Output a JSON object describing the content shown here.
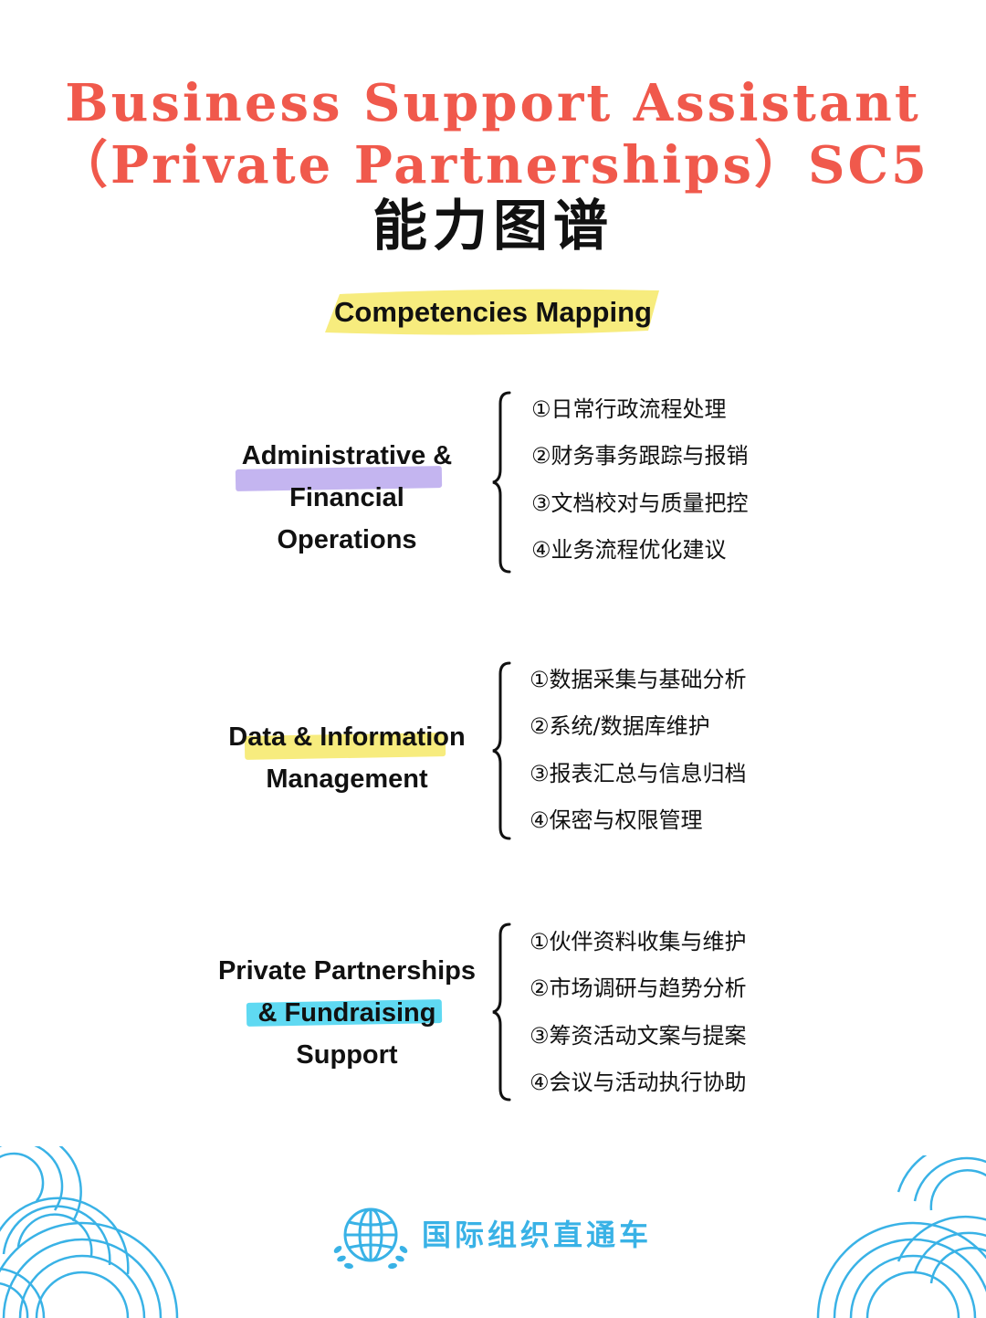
{
  "header": {
    "title_line1": "Business Support Assistant",
    "title_line2": "（Private Partnerships）SC5",
    "title_cn": "能力图谱",
    "subtitle": "Competencies Mapping"
  },
  "groups": [
    {
      "label_lines": [
        "Administrative &",
        "Financial",
        "Operations"
      ],
      "highlight_color": "#c4b5f0",
      "items": [
        "①日常行政流程处理",
        "②财务事务跟踪与报销",
        "③文档校对与质量把控",
        "④业务流程优化建议"
      ]
    },
    {
      "label_lines": [
        "Data & Information",
        "Management"
      ],
      "highlight_color": "#f7ec7e",
      "items": [
        "①数据采集与基础分析",
        "②系统/数据库维护",
        "③报表汇总与信息归档",
        "④保密与权限管理"
      ]
    },
    {
      "label_lines": [
        "Private Partnerships",
        "& Fundraising",
        "Support"
      ],
      "highlight_color": "#5fd9f2",
      "items": [
        "①伙伴资料收集与维护",
        "②市场调研与趋势分析",
        "③筹资活动文案与提案",
        "④会议与活动执行协助"
      ]
    }
  ],
  "footer": {
    "brand": "国际组织直通车",
    "logo_icon": "globe-laurel-icon",
    "color": "#39b2e6"
  },
  "colors": {
    "title": "#f0594c",
    "subtitle_highlight": "#f7ec7e",
    "decoration": "#39b2e6"
  }
}
